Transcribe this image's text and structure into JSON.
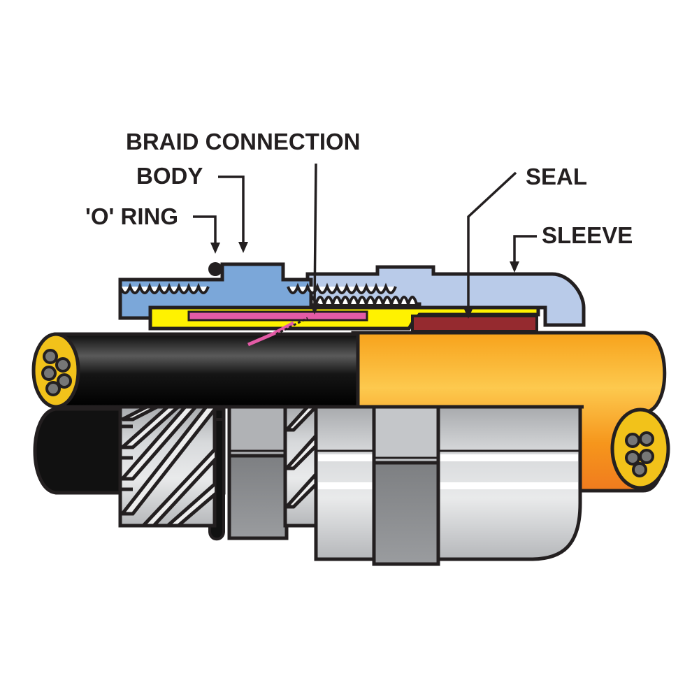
{
  "labels": {
    "braid_connection": "BRAID CONNECTION",
    "body": "BODY",
    "o_ring": "'O' RING",
    "seal": "SEAL",
    "sleeve": "SLEEVE"
  },
  "colors": {
    "outline": "#231f20",
    "body_blue": "#7ba7d9",
    "sleeve_light_blue": "#b9cbe9",
    "braid_yellow": "#fff200",
    "braid_pink": "#e35ba6",
    "seal_maroon": "#952a2f",
    "cable_orange": "#f7a21b",
    "cable_black": "#1a1a1a",
    "metal_grey": "#b4b6b9",
    "metal_dark": "#8a8c8f",
    "core_yellow": "#f2c21a"
  }
}
